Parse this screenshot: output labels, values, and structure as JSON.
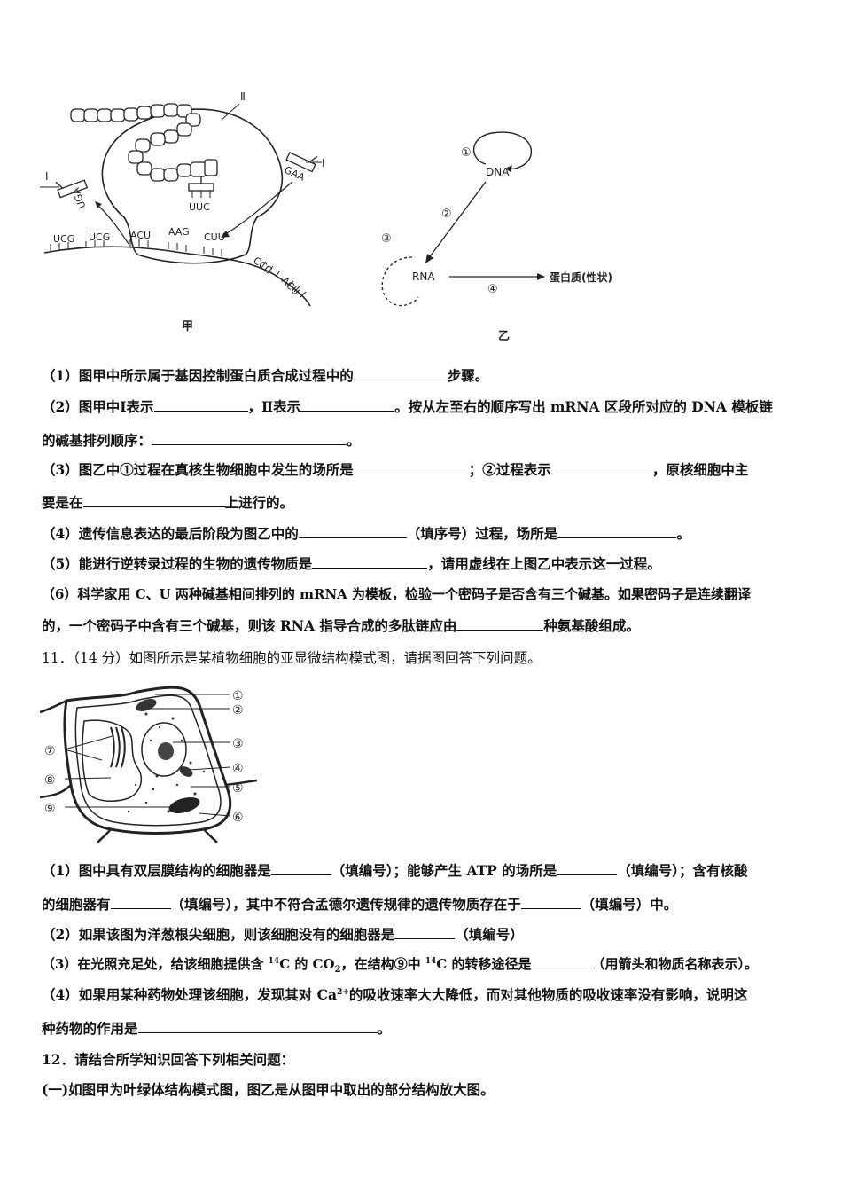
{
  "fig_jia": {
    "caption": "甲",
    "roman_I": "I",
    "roman_II": "Ⅱ",
    "codons": [
      "UCG",
      "UCG",
      "ACU",
      "AAG",
      "CUU",
      "CCC",
      "ACU"
    ],
    "anticodon_left": "UGA",
    "anticodon_center": "UUC",
    "anticodon_right": "GAA"
  },
  "fig_yi": {
    "caption": "乙",
    "dna": "DNA",
    "rna": "RNA",
    "protein": "蛋白质(性状)",
    "n1": "①",
    "n2": "②",
    "n3": "③",
    "n4": "④"
  },
  "q10": {
    "l1a": "（1）图甲中所示属于基因控制蛋白质合成过程中的",
    "l1b": "步骤。",
    "l2a": "（2）图甲中Ⅰ表示",
    "l2b": "，Ⅱ表示",
    "l2c": "。按从左至右的顺序写出 mRNA 区段所对应的 DNA 模板链",
    "l3a": "的碱基排列顺序：",
    "l3b": "。",
    "l4a": "（3）图乙中①过程在真核生物细胞中发生的场所是",
    "l4b": "；②过程表示",
    "l4c": "，原核细胞中主",
    "l5a": "要是在",
    "l5b": "上进行的。",
    "l6a": "（4）遗传信息表达的最后阶段为图乙中的",
    "l6b": "（填序号）过程，场所是",
    "l6c": "。",
    "l7a": "（5）能进行逆转录过程的生物的遗传物质是",
    "l7b": "，请用虚线在上图乙中表示这一过程。",
    "l8": "（6）科学家用 C、U 两种碱基相间排列的 mRNA 为模板，检验一个密码子是否含有三个碱基。如果密码子是连续翻译",
    "l9a": "的，一个密码子中含有三个碱基，则该 RNA 指导合成的多肽链应由",
    "l9b": "种氨基酸组成。"
  },
  "q11": {
    "title": "11．（14 分）如图所示是某植物细胞的亚显微结构模式图，请据图回答下列问题。",
    "labels": [
      "①",
      "②",
      "③",
      "④",
      "⑤",
      "⑥",
      "⑦",
      "⑧",
      "⑨"
    ],
    "l1a": "（1）图中具有双层膜结构的细胞器是",
    "l1b": "（填编号）；能够产生 ATP 的场所是",
    "l1c": "（填编号）；含有核酸",
    "l2a": "的细胞器有",
    "l2b": "（填编号），其中不符合孟德尔遗传规律的遗传物质存在于",
    "l2c": "（填编号）中。",
    "l3a": "（2）如果该图为洋葱根尖细胞，则该细胞没有的细胞器是",
    "l3b": "（填编号）",
    "l4a": "（3）在光照充足处，给该细胞提供含 ",
    "l4sup1": "14",
    "l4b": "C 的 CO",
    "l4sub": "2",
    "l4c": "，在结构⑨中 ",
    "l4sup2": "14",
    "l4d": "C 的转移途径是",
    "l4e": "（用箭头和物质名称表示）。",
    "l5a": "（4）如果用某种药物处理该细胞，发现其对 Ca",
    "l5sup": "2+",
    "l5b": "的吸收速率大大降低，而对其他物质的吸收速率没有影响，说明这",
    "l6a": "种药物的作用是",
    "l6b": "。"
  },
  "q12": {
    "title": "12．请结合所学知识回答下列相关问题：",
    "l1": "(一)如图甲为叶绿体结构模式图，图乙是从图甲中取出的部分结构放大图。"
  }
}
